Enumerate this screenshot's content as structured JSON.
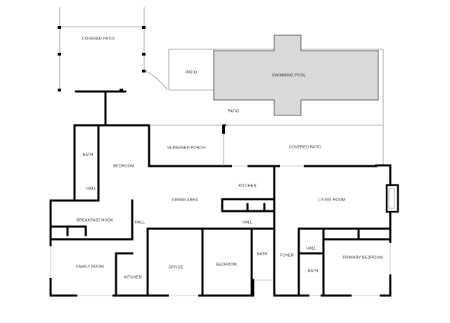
{
  "floor_plan": {
    "rooms": {
      "covered_patio_top": "COVERED PATIO",
      "patio_small": "PATIO",
      "swimming_pool": "SWIMMING POOL",
      "patio_main": "PATIO",
      "screened_porch": "SCREENED PORCH",
      "covered_patio_right": "COVERED PATIO",
      "bath_upper": "BATH",
      "bedroom_upper": "BEDROOM",
      "hall_upper": "HALL",
      "kitchen_center": "KITCHEN",
      "dining_area": "DINING AREA",
      "living_room": "LIVING ROOM",
      "breakfast_nook": "BREAKFAST NOOK",
      "hall_left": "HALL",
      "hall_center": "HALL",
      "family_room": "FAMILY ROOM",
      "kitchen_left": "KITCHEN",
      "office": "OFFICE",
      "bedroom_lower": "BEDROOM",
      "bath_center": "BATH",
      "foyer": "FOYER",
      "hall_right": "HALL",
      "bath_right": "BATH",
      "primary_bedroom": "PRIMARY BEDROOM"
    }
  }
}
